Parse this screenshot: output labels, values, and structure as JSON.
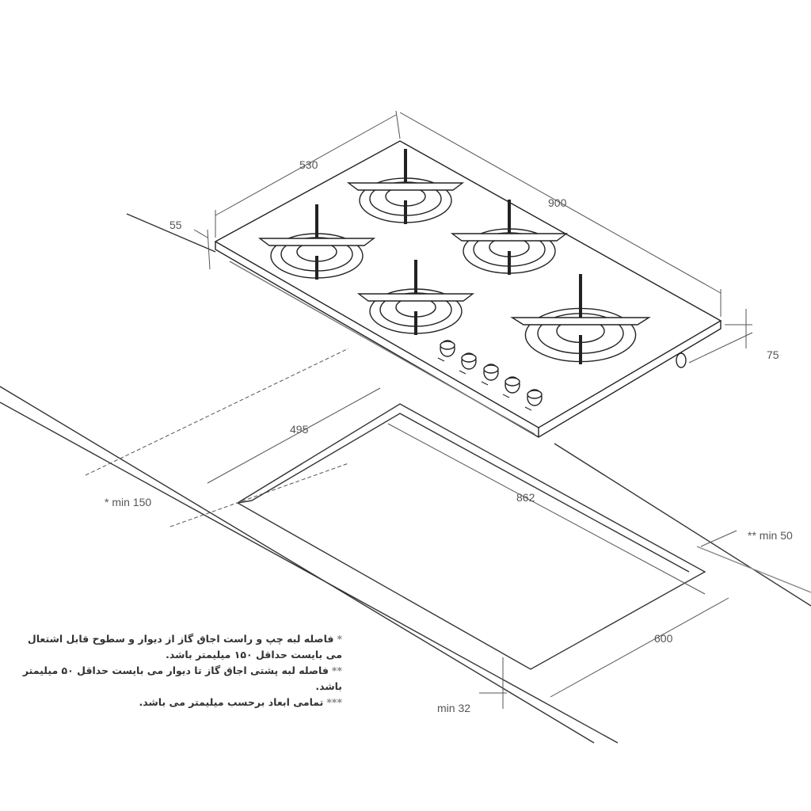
{
  "dimensions": {
    "depth": "530",
    "width": "900",
    "glass_edge": "55",
    "height": "75",
    "cutout_depth": "495",
    "cutout_width": "862",
    "side_clearance": "* min 150",
    "back_clearance": "** min 50",
    "counter_depth": "600",
    "counter_thickness": "min 32"
  },
  "notes": [
    {
      "marker": "*",
      "text": "فاصله لبه چپ و راست اجاق گاز از دیوار و سطوح قابل اشتعال می بایست حداقل ۱۵۰ میلیمتر باشد."
    },
    {
      "marker": "**",
      "text": "فاصله لبه پشتی اجاق گاز تا دیوار می بایست حداقل ۵۰ میلیمتر باشد."
    },
    {
      "marker": "***",
      "text": "تمامی ابعاد برحسب میلیمتر می باشد."
    }
  ]
}
